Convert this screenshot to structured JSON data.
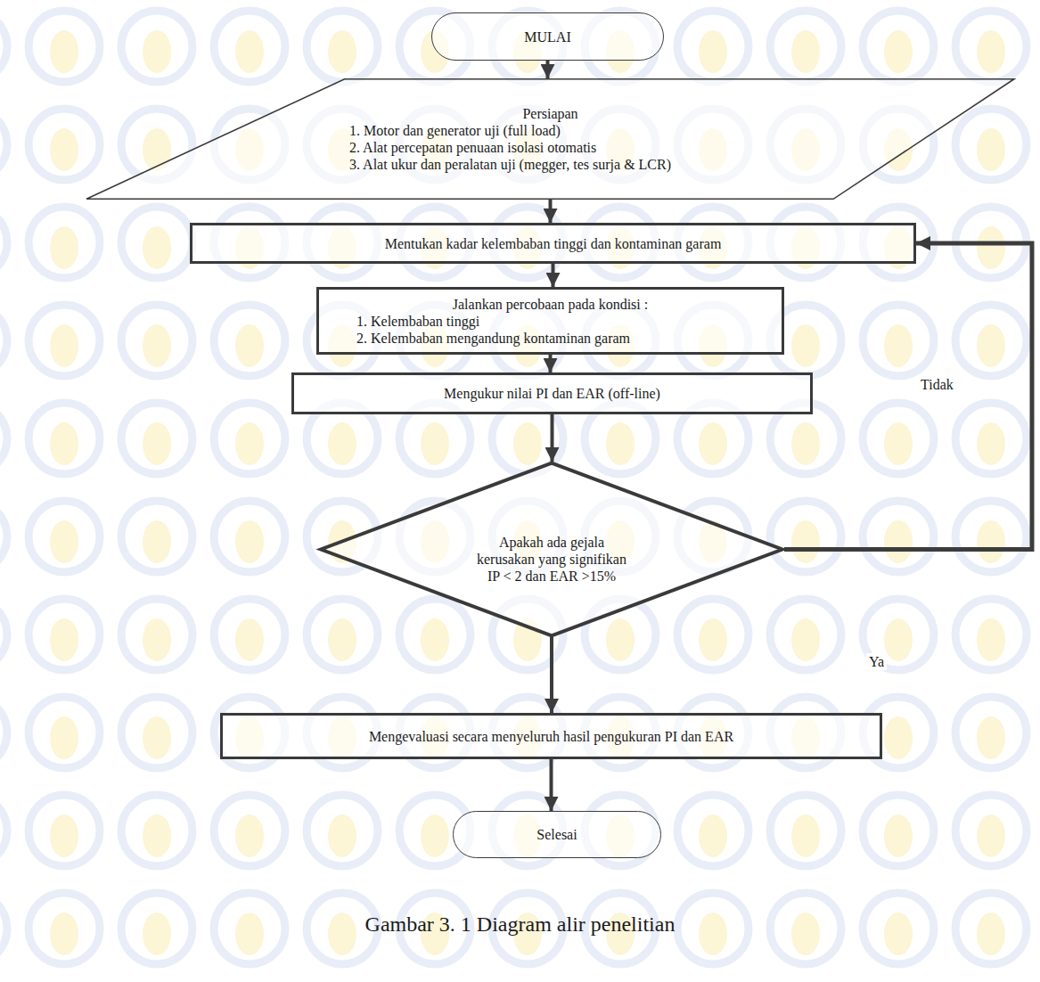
{
  "diagram": {
    "caption": "Gambar 3. 1 Diagram alir penelitian",
    "nodes": [
      {
        "text": [
          "MULAI"
        ]
      },
      {
        "text": [
          "Persiapan",
          "1. Motor dan generator uji (full load)",
          "2. Alat percepatan penuaan isolasi otomatis",
          "3. Alat ukur dan peralatan uji (megger, tes surja & LCR)"
        ]
      },
      {
        "text": [
          "Mentukan kadar kelembaban tinggi dan kontaminan garam"
        ]
      },
      {
        "text": [
          "Jalankan percobaan pada kondisi :",
          "1. Kelembaban tinggi",
          "2. Kelembaban mengandung kontaminan garam"
        ]
      },
      {
        "text": [
          "Mengukur nilai PI dan EAR (off-line)"
        ]
      },
      {
        "text": [
          "Apakah ada gejala kerusakan yang signifikan IP < 2 dan EAR >15%"
        ]
      },
      {
        "text": [
          "Mengevaluasi secara menyeluruh hasil pengukuran PI dan EAR"
        ]
      },
      {
        "text": [
          "Selesai"
        ]
      }
    ],
    "edges": [
      {
        "from": 0,
        "to": 1,
        "arrow": "to"
      },
      {
        "from": 1,
        "to": 2,
        "arrow": "to"
      },
      {
        "from": 2,
        "to": 3,
        "arrow": "to"
      },
      {
        "from": 3,
        "to": 4,
        "arrow": "to"
      },
      {
        "from": 4,
        "to": 5,
        "arrow": "to"
      },
      {
        "from": 5,
        "to": 2,
        "label": "Tidak",
        "arrow": "to"
      },
      {
        "from": 5,
        "to": 6,
        "label": "Ya",
        "arrow": "to"
      },
      {
        "from": 6,
        "to": 7,
        "arrow": "to"
      }
    ]
  }
}
